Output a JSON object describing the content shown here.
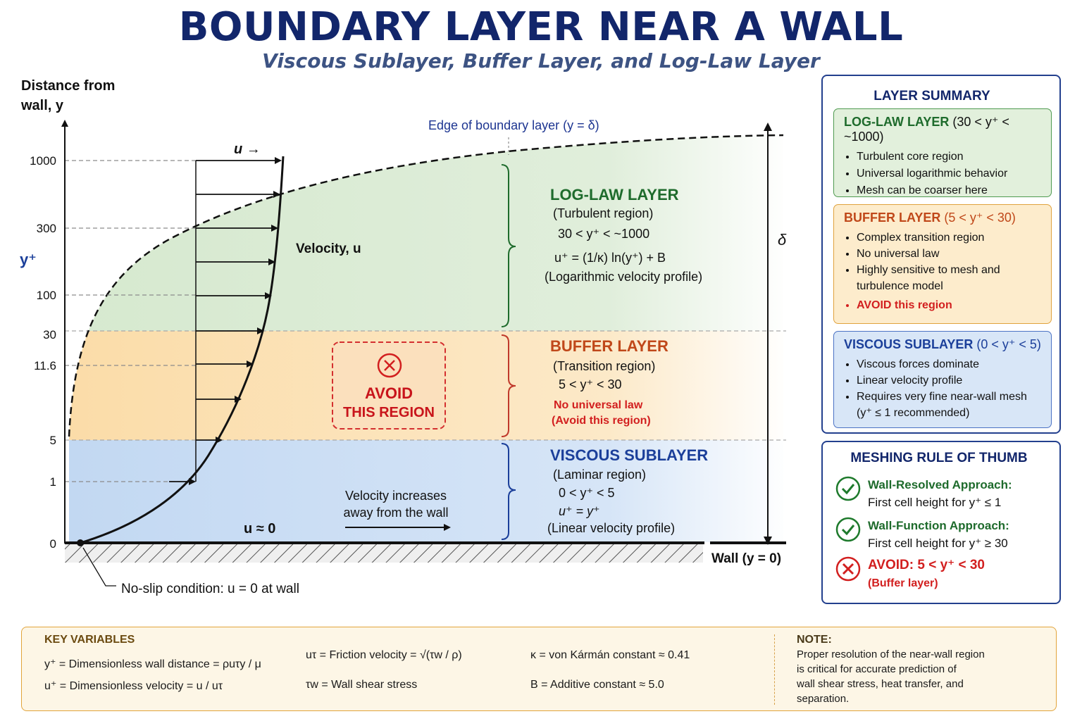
{
  "title": "BOUNDARY LAYER NEAR A WALL",
  "subtitle": "Viscous Sublayer, Buffer Layer, and Log-Law Layer",
  "axis": {
    "ylabel_line1": "Distance from",
    "ylabel_line2": "wall, y",
    "yplus_label": "y⁺",
    "ticks": [
      "1000",
      "300",
      "100",
      "30",
      "11.6",
      "5",
      "1",
      "0"
    ],
    "delta_label": "δ",
    "edge_label": "Edge of boundary layer (y = δ)",
    "u_label": "u →",
    "velocity_label": "Velocity, u",
    "u_approx_zero": "u ≈ 0",
    "increase_line1": "Velocity increases",
    "increase_line2": "away from the wall",
    "wall_label": "Wall (y = 0)",
    "noslip_label": "No-slip condition: u = 0 at wall"
  },
  "regions": {
    "log": {
      "title": "LOG-LAW LAYER",
      "subtitle": "(Turbulent region)",
      "range": "30 < y⁺ < ~1000",
      "formula": "u⁺ = (1/κ) ln(y⁺) + B",
      "note": "(Logarithmic velocity profile)"
    },
    "buffer": {
      "title": "BUFFER LAYER",
      "subtitle": "(Transition region)",
      "range": "5 < y⁺ < 30",
      "warn1": "No universal law",
      "warn2": "(Avoid this region)"
    },
    "viscous": {
      "title": "VISCOUS SUBLAYER",
      "subtitle": "(Laminar region)",
      "range": "0 < y⁺ < 5",
      "formula": "u⁺ = y⁺",
      "note": "(Linear velocity profile)"
    }
  },
  "avoid_box": {
    "line1": "AVOID",
    "line2": "THIS REGION"
  },
  "summary": {
    "title": "LAYER SUMMARY",
    "log": {
      "name": "LOG-LAW LAYER",
      "range": "(30 < y⁺ < ~1000)",
      "items": [
        "Turbulent core region",
        "Universal logarithmic behavior",
        "Mesh can be coarser here"
      ]
    },
    "buffer": {
      "name": "BUFFER LAYER",
      "range": "(5 < y⁺ < 30)",
      "items": [
        "Complex transition region",
        "No universal law",
        "Highly sensitive to mesh and turbulence model"
      ],
      "warn": "AVOID this region"
    },
    "viscous": {
      "name": "VISCOUS SUBLAYER",
      "range": "(0 < y⁺ < 5)",
      "items": [
        "Viscous forces dominate",
        "Linear velocity profile",
        "Requires very fine near-wall mesh (y⁺ ≤ 1 recommended)"
      ]
    }
  },
  "meshing": {
    "title": "MESHING RULE OF THUMB",
    "wall_resolved_title": "Wall-Resolved Approach:",
    "wall_resolved_text": "First cell height for y⁺ ≤ 1",
    "wall_function_title": "Wall-Function Approach:",
    "wall_function_text": "First cell height for y⁺ ≥ 30",
    "avoid_title": "AVOID: 5 < y⁺ < 30",
    "avoid_text": "(Buffer layer)"
  },
  "key_variables": {
    "title": "KEY VARIABLES",
    "yplus": "y⁺ = Dimensionless wall distance = ρuτy / μ",
    "uplus": "u⁺ = Dimensionless velocity = u / uτ",
    "utau": "uτ = Friction velocity = √(τw / ρ)",
    "tauw": "τw = Wall shear stress",
    "kappa": "κ = von Kármán constant ≈ 0.41",
    "B": "B = Additive constant ≈ 5.0",
    "note_title": "NOTE:",
    "note_line1": "Proper resolution of the near-wall region",
    "note_line2": "is critical for accurate prediction of",
    "note_line3": "wall shear stress, heat transfer, and",
    "note_line4": "separation."
  },
  "colors": {
    "navy": "#12266b",
    "log_green": "#1e6b2c",
    "buffer_orange": "#c0481a",
    "viscous_blue": "#1b3f9a",
    "warn_red": "#d21f1f",
    "log_fill": "#dcebd6",
    "buffer_fill": "#fbe1b3",
    "viscous_fill": "#c9dcf3"
  }
}
